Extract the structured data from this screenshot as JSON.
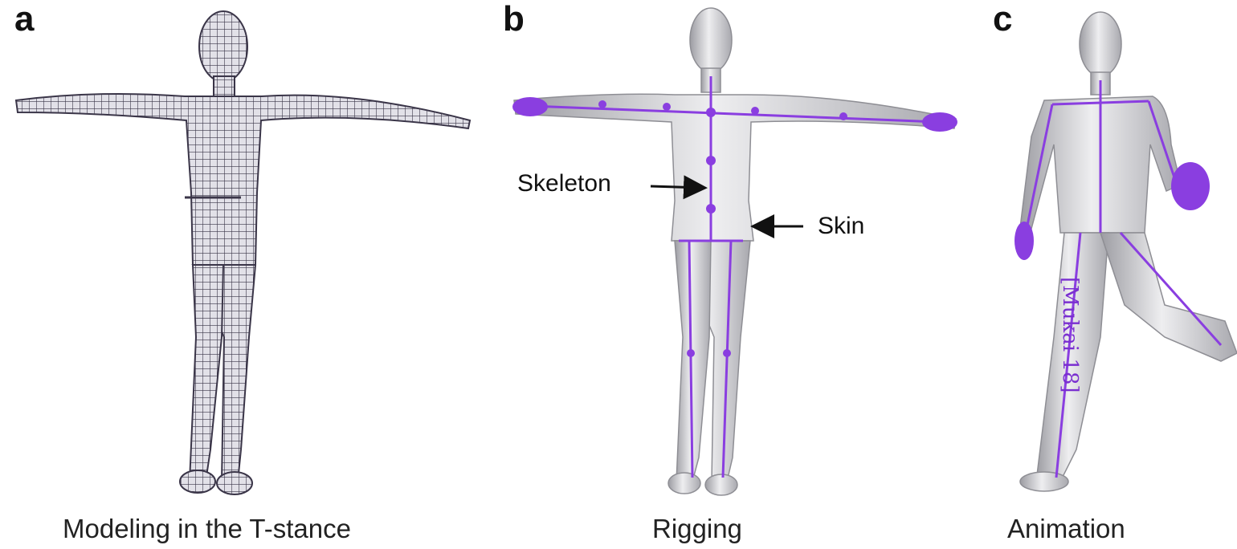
{
  "panels": [
    {
      "letter": "a",
      "caption": "Modeling in the T-stance"
    },
    {
      "letter": "b",
      "caption": "Rigging"
    },
    {
      "letter": "c",
      "caption": "Animation"
    }
  ],
  "annotations": {
    "skeleton": "Skeleton",
    "skin": "Skin"
  },
  "credit": "[Mukai 18]",
  "colors": {
    "skeleton": "#8a3ee0",
    "mesh": "#3a3548",
    "skin": "#d9d9dc"
  }
}
